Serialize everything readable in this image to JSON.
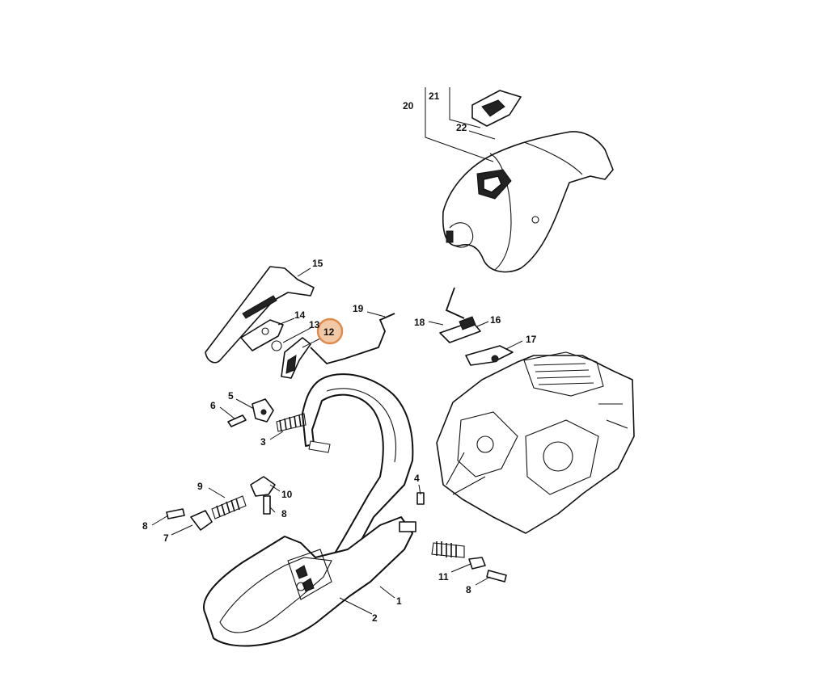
{
  "highlight": {
    "label": "12",
    "ring_color": "#e08a4c",
    "fill_color": "#f1c9a6"
  },
  "callouts": [
    {
      "id": "c1",
      "label": "1"
    },
    {
      "id": "c2",
      "label": "2"
    },
    {
      "id": "c3",
      "label": "3"
    },
    {
      "id": "c4",
      "label": "4"
    },
    {
      "id": "c5",
      "label": "5"
    },
    {
      "id": "c6",
      "label": "6"
    },
    {
      "id": "c7",
      "label": "7"
    },
    {
      "id": "c8a",
      "label": "8"
    },
    {
      "id": "c8b",
      "label": "8"
    },
    {
      "id": "c8c",
      "label": "8"
    },
    {
      "id": "c9",
      "label": "9"
    },
    {
      "id": "c10",
      "label": "10"
    },
    {
      "id": "c11",
      "label": "11"
    },
    {
      "id": "c12",
      "label": "12"
    },
    {
      "id": "c13",
      "label": "13"
    },
    {
      "id": "c14",
      "label": "14"
    },
    {
      "id": "c15",
      "label": "15"
    },
    {
      "id": "c16",
      "label": "16"
    },
    {
      "id": "c17",
      "label": "17"
    },
    {
      "id": "c18",
      "label": "18"
    },
    {
      "id": "c19",
      "label": "19"
    },
    {
      "id": "c20",
      "label": "20"
    },
    {
      "id": "c21",
      "label": "21"
    },
    {
      "id": "c22",
      "label": "22"
    }
  ]
}
